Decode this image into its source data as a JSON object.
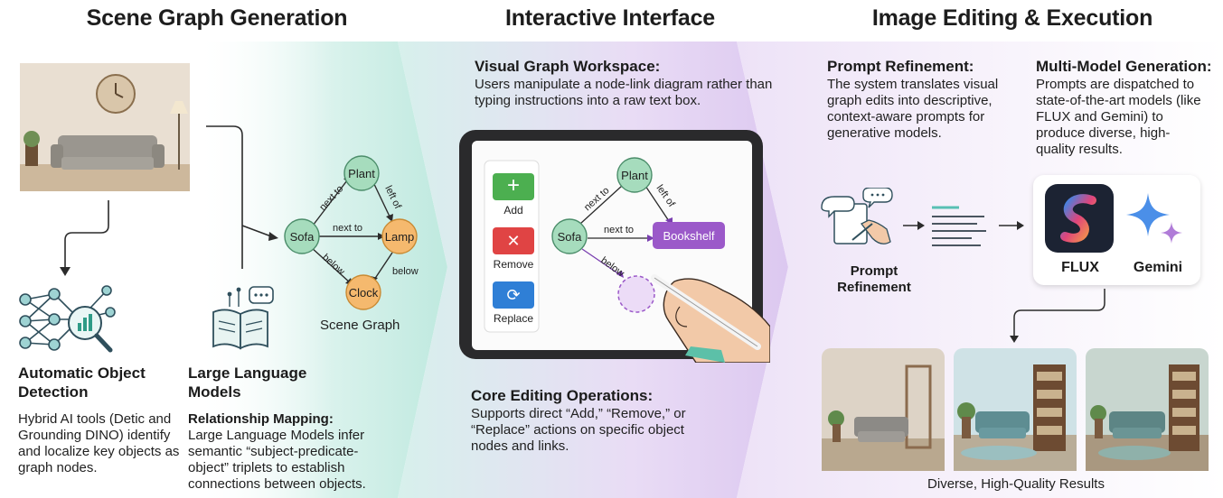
{
  "sections": {
    "scene_graph": {
      "title": "Scene Graph Generation"
    },
    "interface": {
      "title": "Interactive Interface"
    },
    "editing": {
      "title": "Image Editing & Execution"
    }
  },
  "detection": {
    "title": "Automatic Object Detection",
    "body": "Hybrid AI tools (Detic and Grounding DINO) identify and localize key objects as graph nodes."
  },
  "llm": {
    "title": "Large Language Models",
    "sub_title": "Relationship Mapping:",
    "body": "Large Language Models infer semantic “subject-predicate-object” triplets to establish connections between objects."
  },
  "scene_graph": {
    "caption": "Scene Graph",
    "nodes": {
      "sofa": "Sofa",
      "plant": "Plant",
      "lamp": "Lamp",
      "clock": "Clock"
    },
    "edges": {
      "sofa_plant": "next to",
      "sofa_lamp": "next to",
      "sofa_clock": "below",
      "plant_lamp": "left of",
      "lamp_clock": "below"
    }
  },
  "workspace": {
    "title": "Visual Graph Workspace:",
    "body": "Users manipulate a node-link diagram rather than typing instructions into a raw text box."
  },
  "tablet": {
    "tools": {
      "add": "Add",
      "remove": "Remove",
      "replace": "Replace"
    },
    "nodes": {
      "sofa": "Sofa",
      "plant": "Plant",
      "bookshelf": "Bookshelf"
    },
    "edges": {
      "sofa_plant": "next to",
      "sofa_bookshelf": "next to",
      "plant_bookshelf": "left of",
      "sofa_new": "below"
    }
  },
  "core_ops": {
    "title": "Core Editing Operations:",
    "body": "Supports direct “Add,” “Remove,” or “Replace” actions on specific object nodes and links."
  },
  "prompt_refinement": {
    "title": "Prompt Refinement:",
    "body": "The system translates visual graph edits into descriptive, context-aware prompts for generative models.",
    "icon_label": "Prompt Refinement"
  },
  "multi_model": {
    "title": "Multi-Model Generation:",
    "body": "Prompts are dispatched to state-of-the-art models (like FLUX and Gemini) to produce diverse, high-quality results.",
    "models": {
      "flux": "FLUX",
      "gemini": "Gemini"
    }
  },
  "results": {
    "caption": "Diverse, High-Quality Results"
  },
  "colors": {
    "teal_band": "#cfeee6",
    "purple_band": "#e6d6f3",
    "node_green": "#9fdcb6",
    "node_orange": "#f4b86b",
    "bookshelf": "#9b59c9",
    "add_green": "#4caf50",
    "remove_red": "#e04444",
    "replace_blue": "#2f7fd6"
  }
}
